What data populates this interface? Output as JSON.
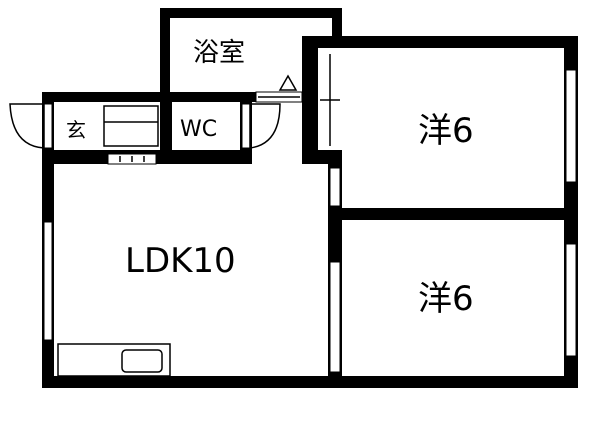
{
  "floor_plan": {
    "rooms": {
      "bath": "浴室",
      "entrance": "玄",
      "toilet": "WC",
      "ldk": "LDK10",
      "western_room_upper": "洋6",
      "western_room_lower": "洋6"
    },
    "colors": {
      "wall": "#000000",
      "line": "#000000",
      "background": "#ffffff"
    }
  }
}
